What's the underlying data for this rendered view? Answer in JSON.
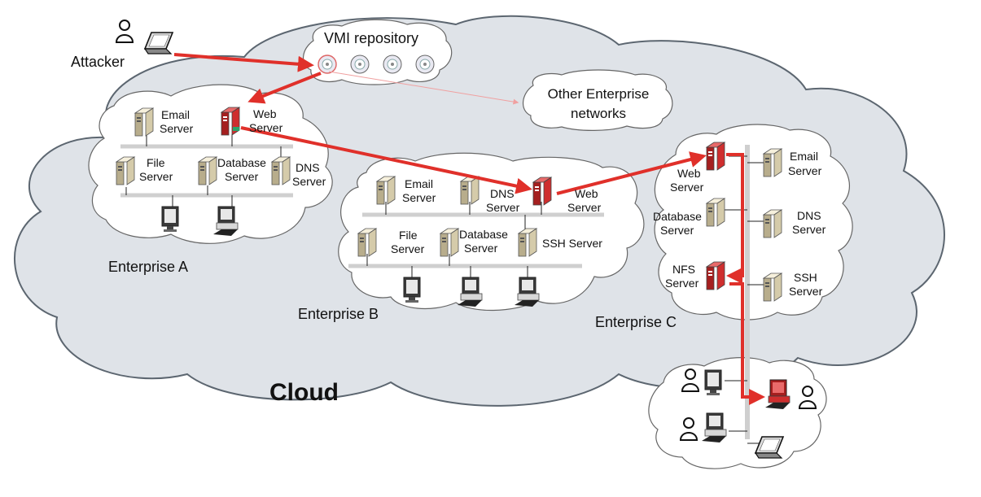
{
  "title": "Cloud",
  "attacker": "Attacker",
  "vmi_repository": "VMI repository",
  "other_networks": [
    "Other Enterprise",
    "networks"
  ],
  "enterprise_a": {
    "name": "Enterprise A",
    "email": [
      "Email",
      "Server"
    ],
    "web": [
      "Web",
      "Server"
    ],
    "file": [
      "File",
      "Server"
    ],
    "database": [
      "Database",
      "Server"
    ],
    "dns": [
      "DNS",
      "Server"
    ]
  },
  "enterprise_b": {
    "name": "Enterprise B",
    "email": [
      "Email",
      "Server"
    ],
    "dns": [
      "DNS",
      "Server"
    ],
    "web": [
      "Web",
      "Server"
    ],
    "file": [
      "File",
      "Server"
    ],
    "database": [
      "Database",
      "Server"
    ],
    "ssh": "SSH Server"
  },
  "enterprise_c": {
    "name": "Enterprise C",
    "web": [
      "Web",
      "Server"
    ],
    "email": [
      "Email",
      "Server"
    ],
    "database": [
      "Database",
      "Server"
    ],
    "dns": [
      "DNS",
      "Server"
    ],
    "nfs": [
      "NFS",
      "Server"
    ],
    "ssh": [
      "SSH",
      "Server"
    ]
  },
  "colors": {
    "attack_red": "#e0302a",
    "cloud_fill": "#dfe3e8",
    "server_beige": "#ece3c8",
    "compromised": "#cc2a2a",
    "lan_gray": "#cfcfcf"
  }
}
